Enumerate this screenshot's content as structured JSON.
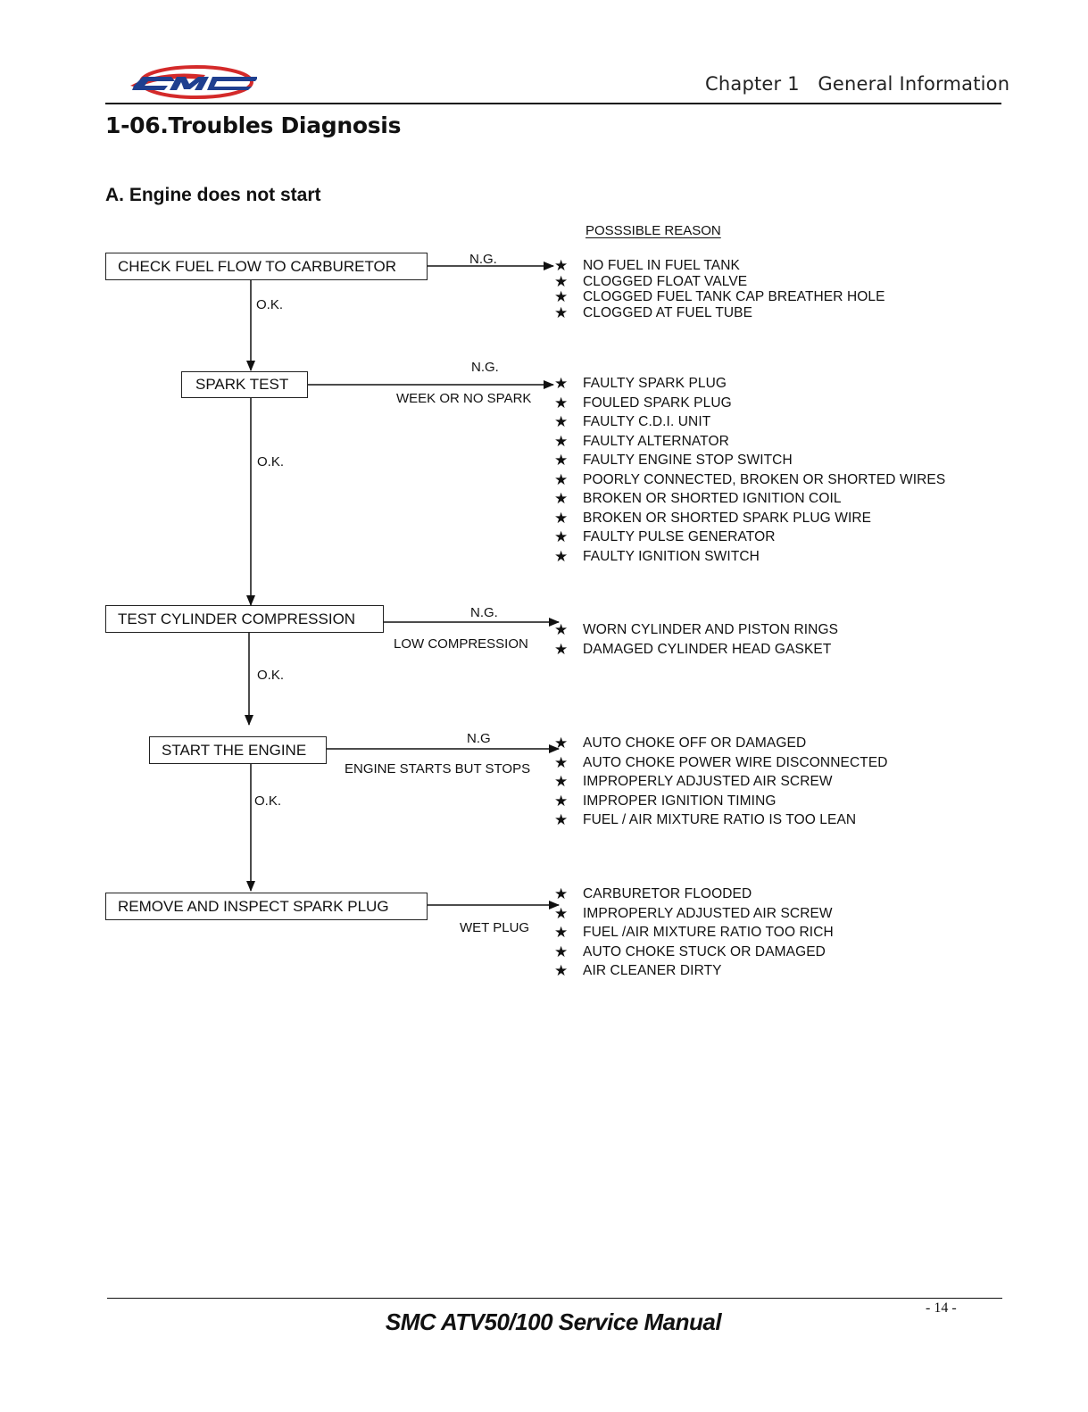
{
  "header": {
    "logo_text": "SMC",
    "chapter": "Chapter 1   General Information"
  },
  "section_title": "1-06.Troubles Diagnosis",
  "subsection_title": "A. Engine does not start",
  "possible_reason_heading": "POSSSIBLE REASON",
  "flow": {
    "steps": [
      {
        "box": "CHECK FUEL FLOW TO CARBURETOR",
        "ng_label": "N.G.",
        "condition": "",
        "ok_label": "O.K.",
        "reasons": [
          "NO FUEL IN FUEL TANK",
          "CLOGGED FLOAT VALVE",
          "CLOGGED FUEL TANK CAP BREATHER HOLE",
          "CLOGGED AT FUEL TUBE"
        ]
      },
      {
        "box": "SPARK TEST",
        "ng_label": "N.G.",
        "condition": "WEEK OR NO SPARK",
        "ok_label": "O.K.",
        "reasons": [
          "FAULTY SPARK PLUG",
          "FOULED SPARK PLUG",
          "FAULTY C.D.I. UNIT",
          "FAULTY ALTERNATOR",
          "FAULTY ENGINE STOP SWITCH",
          "POORLY CONNECTED, BROKEN OR SHORTED WIRES",
          "BROKEN OR SHORTED IGNITION COIL",
          "BROKEN OR SHORTED SPARK PLUG WIRE",
          "FAULTY PULSE GENERATOR",
          "FAULTY IGNITION SWITCH"
        ]
      },
      {
        "box": "TEST CYLINDER COMPRESSION",
        "ng_label": "N.G.",
        "condition": "LOW COMPRESSION",
        "ok_label": "O.K.",
        "reasons": [
          "WORN CYLINDER AND PISTON RINGS",
          "DAMAGED CYLINDER HEAD GASKET"
        ]
      },
      {
        "box": "START THE ENGINE",
        "ng_label": "N.G",
        "condition": "ENGINE STARTS BUT STOPS",
        "ok_label": "O.K.",
        "reasons": [
          "AUTO CHOKE OFF OR DAMAGED",
          "AUTO CHOKE POWER WIRE DISCONNECTED",
          "IMPROPERLY ADJUSTED AIR SCREW",
          "IMPROPER IGNITION TIMING",
          "FUEL / AIR MIXTURE RATIO IS TOO LEAN"
        ]
      },
      {
        "box": "REMOVE AND INSPECT SPARK PLUG",
        "ng_label": "",
        "condition": "WET PLUG",
        "ok_label": "",
        "reasons": [
          "CARBURETOR FLOODED",
          "IMPROPERLY ADJUSTED AIR SCREW",
          "FUEL /AIR MIXTURE RATIO TOO RICH",
          "AUTO CHOKE STUCK OR DAMAGED",
          "AIR CLEANER DIRTY"
        ]
      }
    ],
    "bullet_icon": "star-icon"
  },
  "footer": {
    "page_number": "- 14 -",
    "manual_title": "SMC ATV50/100 Service Manual"
  },
  "colors": {
    "logo_blue": "#1f3f8f",
    "logo_red": "#d42a2a",
    "text": "#111111"
  }
}
